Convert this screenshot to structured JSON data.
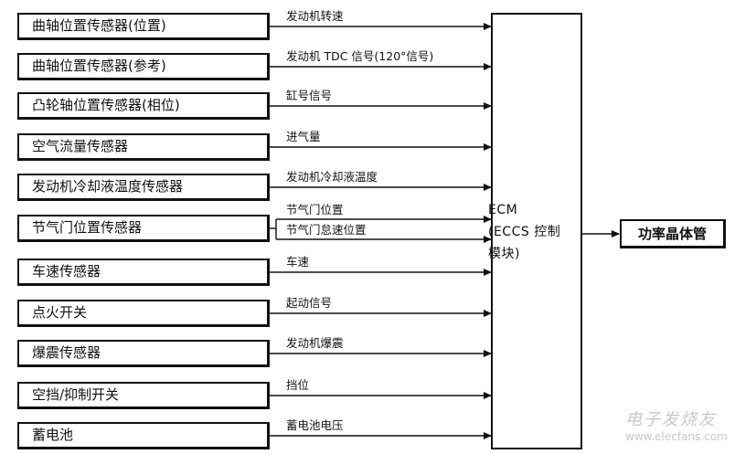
{
  "sensors": [
    {
      "label": "曲轴位置传感器(位置)",
      "signals": [
        "发动机转速"
      ]
    },
    {
      "label": "曲轴位置传感器(参考)",
      "signals": [
        "发动机 TDC 信号(120°信号)"
      ]
    },
    {
      "label": "凸轮轴位置传感器(相位)",
      "signals": [
        "缸号信号"
      ]
    },
    {
      "label": "空气流量传感器",
      "signals": [
        "进气量"
      ]
    },
    {
      "label": "发动机冷却液温度传感器",
      "signals": [
        "发动机冷却液温度"
      ]
    },
    {
      "label": "节气门位置传感器",
      "signals": [
        "节气门位置",
        "节气门怠速位置"
      ]
    },
    {
      "label": "车速传感器",
      "signals": [
        "车速"
      ]
    },
    {
      "label": "点火开关",
      "signals": [
        "起动信号"
      ]
    },
    {
      "label": "爆震传感器",
      "signals": [
        "发动机爆震"
      ]
    },
    {
      "label": "空挡/抑制开关",
      "signals": [
        "挡位"
      ]
    },
    {
      "label": "蓄电池",
      "signals": [
        "蓄电池电压"
      ]
    }
  ],
  "ecm": {
    "line1": "ECM",
    "line2": "(ECCS 控制",
    "line3": "模块)"
  },
  "output": {
    "label": "功率晶体管"
  },
  "watermark": {
    "line1": "电子发烧友",
    "line2": "www.elecfans.com"
  }
}
